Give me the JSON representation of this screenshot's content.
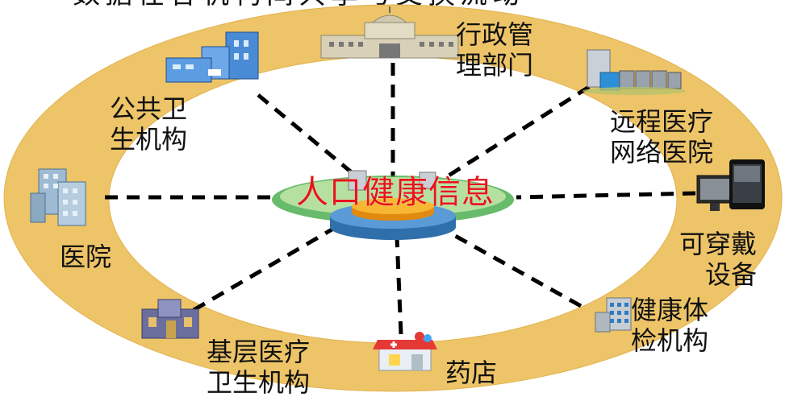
{
  "top_partial_text": "数据在各机构间共享与交换流动",
  "center": {
    "title": "人口健康信息"
  },
  "nodes": {
    "admin": {
      "line1": "行政管",
      "line2": "理部门"
    },
    "remote": {
      "line1": "远程医疗",
      "line2": "网络医院"
    },
    "wearable": {
      "line1": "可穿戴",
      "line2": "设备"
    },
    "checkup": {
      "line1": "健康体",
      "line2": "检机构"
    },
    "pharmacy": {
      "line1": "药店"
    },
    "primary": {
      "line1": "基层医疗",
      "line2": "卫生机构"
    },
    "hospital": {
      "line1": "医院"
    },
    "public": {
      "line1": "公共卫",
      "line2": "生机构"
    }
  },
  "colors": {
    "ring": "#EDC468",
    "ring_edge": "#E2B24E",
    "center_text": "#E8141B",
    "dash": "#000000",
    "db_top": "#F5A623",
    "db_side": "#3A7FBF"
  },
  "icons": {
    "admin": "government-building-icon",
    "remote": "server-datacenter-icon",
    "wearable": "computer-tablet-icon",
    "checkup": "office-building-icon",
    "pharmacy": "pharmacy-store-icon",
    "primary": "clinic-building-icon",
    "hospital": "hospital-building-icon",
    "public": "public-health-building-icon",
    "center": "database-platform-icon"
  }
}
